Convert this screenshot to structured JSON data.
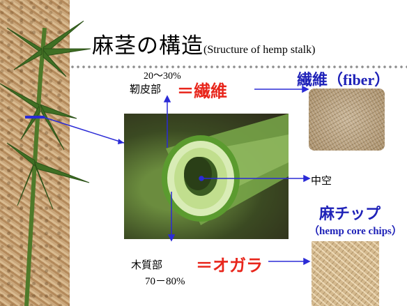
{
  "title": {
    "jp": "麻茎の構造",
    "en": "(Structure of  hemp stalk)"
  },
  "labels": {
    "bark_percent": "20～30%",
    "bark": "靭皮部",
    "eq_fiber": "＝繊維",
    "fiber_title": "繊維（fiber）",
    "hollow": "中空",
    "chips_title": "麻チップ",
    "chips_en": "（hemp core chips）",
    "xylem": "木質部",
    "eq_ogara": "＝オガラ",
    "xylem_percent": "70－80%"
  },
  "colors": {
    "accent_red": "#e8251b",
    "accent_blue": "#1f22b8",
    "arrow_blue": "#2b2bd6"
  }
}
